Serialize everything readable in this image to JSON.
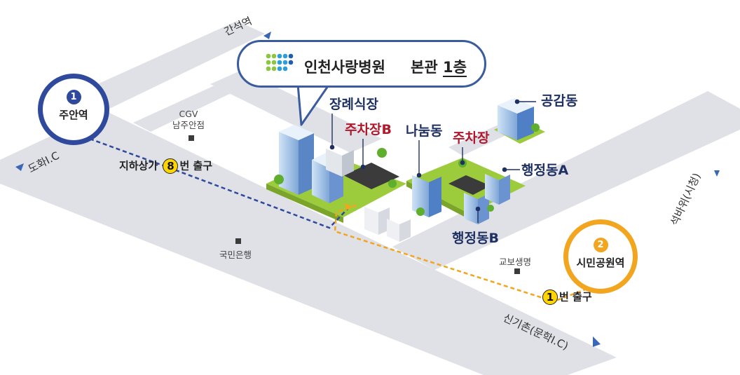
{
  "callout": {
    "hospital_name": "인천사랑병원",
    "floor_prefix": "본관",
    "floor_value": "1층"
  },
  "stations": [
    {
      "number": "1",
      "name": "주안역",
      "line_color": "#2f4a9d"
    },
    {
      "number": "2",
      "name": "시민공원역",
      "line_color": "#f2a51f"
    }
  ],
  "roads": {
    "north": "간석역",
    "west": "도화I.C",
    "east": "석바위(시청)",
    "south": "신기촌(문학I.C)"
  },
  "landmarks": {
    "cgv_line1": "CGV",
    "cgv_line2": "남주안점",
    "bank": "국민은행",
    "insurance": "교보생명"
  },
  "buildings": {
    "funeral": "장례식장",
    "parking_b": "주차장B",
    "nanum": "나눔동",
    "parking": "주차장",
    "gonggam": "공감동",
    "admin_a": "행정동A",
    "admin_b": "행정동B"
  },
  "exits": {
    "underground_prefix": "지하상가",
    "underground_number": "8",
    "underground_suffix": "번 출구",
    "station2_number": "1",
    "station2_suffix": "번 출구"
  },
  "colors": {
    "road": "#dfe1e6",
    "route_blue": "#2f4a9d",
    "route_orange": "#f2a51f",
    "grass": "#9ccc3c",
    "parking_label": "#b0182c",
    "building_label": "#1f3163"
  }
}
